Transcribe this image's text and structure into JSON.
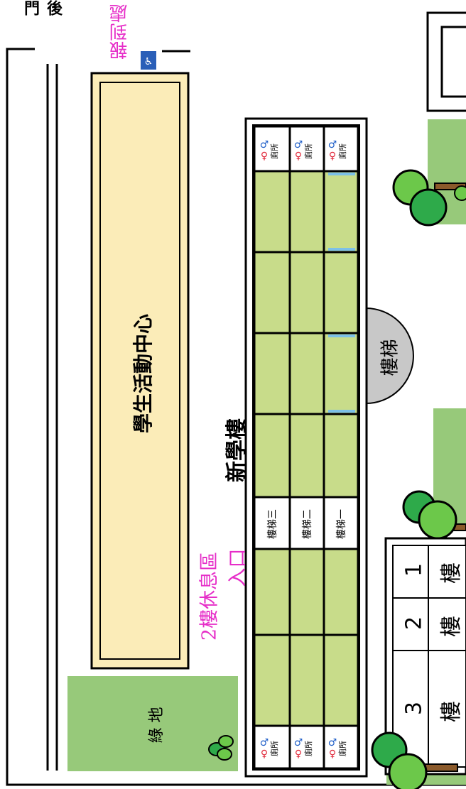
{
  "map": {
    "top_title": "後門",
    "check_in_label": "報到處",
    "rest_area_line1": "2樓休息區",
    "rest_area_line2": "入口",
    "student_center_label": "學生活動中心",
    "new_building_label": "新學樓",
    "green_area_label": "綠 地",
    "stair_label": "樓梯",
    "stair_inside": [
      "樓梯三",
      "樓梯二",
      "樓梯一"
    ],
    "restroom_label": "廁所",
    "floors": [
      {
        "num": "3",
        "char": "樓"
      },
      {
        "num": "2",
        "char": "樓"
      },
      {
        "num": "1",
        "char": "樓"
      }
    ],
    "accessible_icon": "wheelchair-icon",
    "colors": {
      "room_green": "#c8dc8a",
      "lawn_green": "#97c97a",
      "center_fill": "#fbecb8",
      "stair_gray": "#c8c8c8",
      "label_magenta": "#e62ec8",
      "tree_green": "#2eaa4a",
      "tree_light": "#6cc84a",
      "trunk_brown": "#8b5a2b"
    }
  }
}
